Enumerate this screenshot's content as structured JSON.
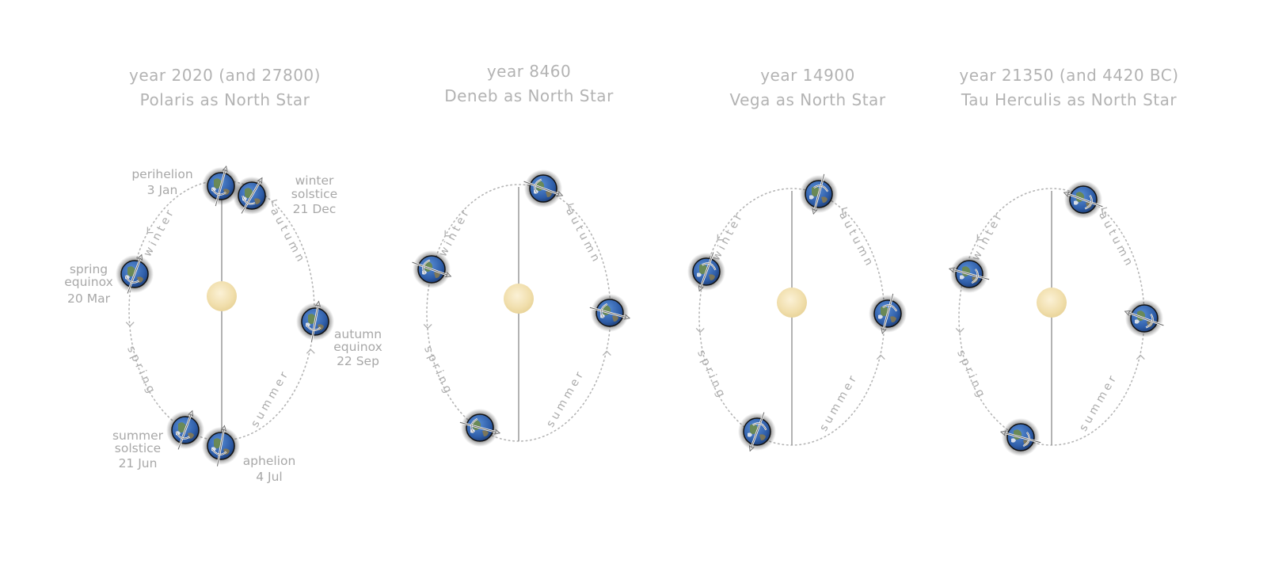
{
  "colors": {
    "text": "#b3b3b3",
    "orbit": "#b5b5b5",
    "axis": "#9a9a9a",
    "sun": "#f3e2b4",
    "ocean": "#2e5da8",
    "land": "#6d8a4a",
    "ice": "#f2f2f2"
  },
  "panels": [
    {
      "id": "polaris",
      "title_line1": "year 2020 (and 27800)",
      "title_line2": "Polaris as North Star",
      "seasons": {
        "winter": "winter",
        "autumn": "autumn",
        "spring": "spring",
        "summer": "summer"
      },
      "points": {
        "perihelion": {
          "label_line1": "perihelion",
          "label_line2": "3 Jan"
        },
        "winter_solstice": {
          "label_line1": "winter",
          "label_line2": "solstice",
          "label_line3": "21 Dec"
        },
        "spring_equinox": {
          "label_line1": "spring",
          "label_line2": "equinox",
          "label_line3": "20 Mar"
        },
        "autumn_equinox": {
          "label_line1": "autumn",
          "label_line2": "equinox",
          "label_line3": "22 Sep"
        },
        "summer_solstice": {
          "label_line1": "summer",
          "label_line2": "solstice",
          "label_line3": "21 Jun"
        },
        "aphelion": {
          "label_line1": "aphelion",
          "label_line2": "4 Jul"
        }
      }
    },
    {
      "id": "deneb",
      "title_line1": "year 8460",
      "title_line2": "Deneb as North Star",
      "seasons": {
        "winter": "winter",
        "autumn": "autumn",
        "spring": "spring",
        "summer": "summer"
      }
    },
    {
      "id": "vega",
      "title_line1": "year 14900",
      "title_line2": "Vega as North Star",
      "seasons": {
        "winter": "winter",
        "autumn": "autumn",
        "spring": "spring",
        "summer": "summer"
      }
    },
    {
      "id": "tau-herculis",
      "title_line1": "year 21350 (and 4420 BC)",
      "title_line2": "Tau Herculis as North Star",
      "seasons": {
        "winter": "winter",
        "autumn": "autumn",
        "spring": "spring",
        "summer": "summer"
      }
    }
  ]
}
